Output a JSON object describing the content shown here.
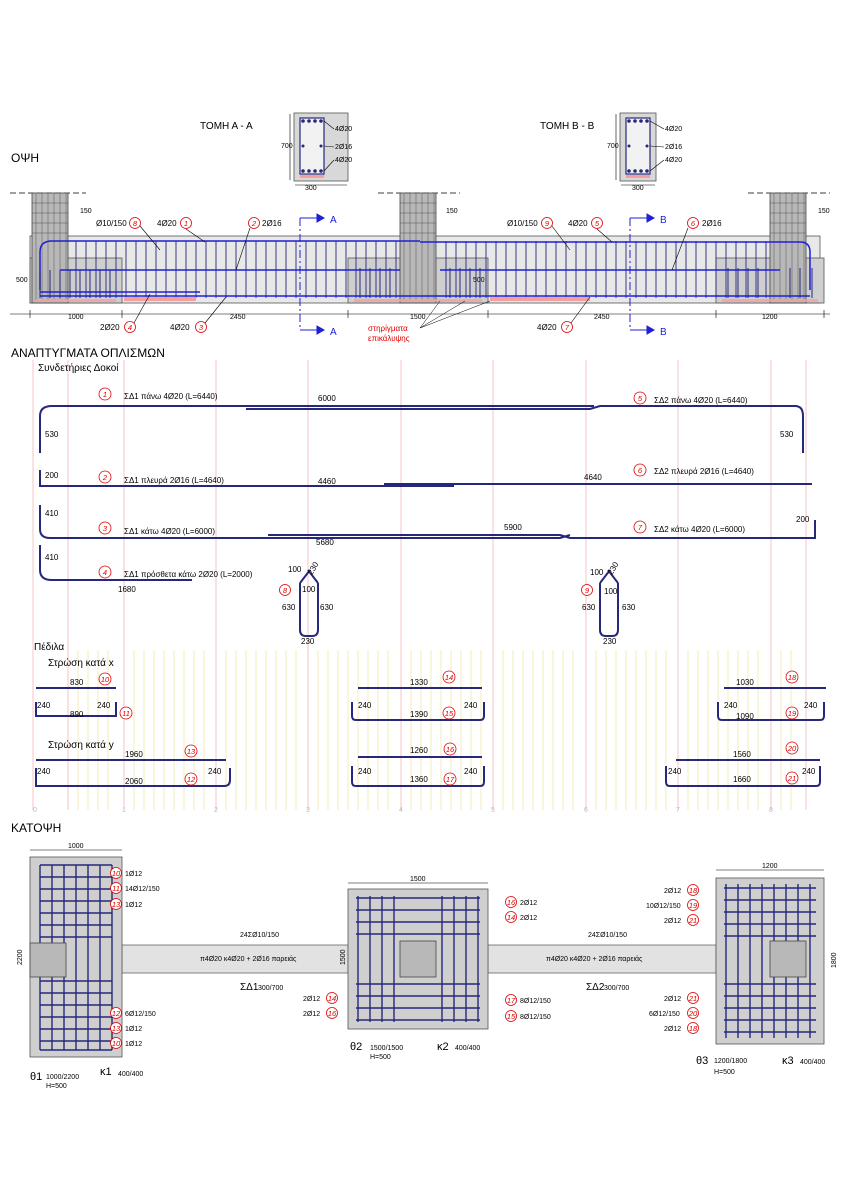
{
  "sections": {
    "opsi": "ΟΨΗ",
    "anaptygmata": "ΑΝΑΠΤΥΓΜΑΤΑ ΟΠΛΙΣΜΩΝ",
    "syndetiries": "Συνδετήριες Δοκοί",
    "pedila": "Πέδιλα",
    "strosi_x": "Στρώση κατά x",
    "strosi_y": "Στρώση κατά y",
    "katopsi": "ΚΑΤΟΨΗ"
  },
  "toms": {
    "aa": {
      "title": "ΤΟΜΗ  Α - Α",
      "h": "700",
      "w": "300",
      "top": "4Ø20",
      "mid": "2Ø16",
      "bot": "4Ø20"
    },
    "bb": {
      "title": "ΤΟΜΗ  Β - Β",
      "h": "700",
      "w": "300",
      "top": "4Ø20",
      "mid": "2Ø16",
      "bot": "4Ø20"
    }
  },
  "elevation": {
    "stirrups1": "Ø10/150",
    "top1": "4Ø20",
    "side1": "2Ø16",
    "stirrups2": "Ø10/150",
    "top2": "4Ø20",
    "side2": "2Ø16",
    "add1": "2Ø20",
    "bot1": "4Ø20",
    "bot2": "4Ø20",
    "dim150a": "150",
    "dim150b": "150",
    "dim150c": "150",
    "dim500a": "500",
    "dim500b": "500",
    "spans": [
      "1000",
      "2450",
      "1500",
      "2450",
      "1200"
    ],
    "cutA": "A",
    "cutB": "B",
    "spacers": "στηρίγματα\nεπικάλυψης",
    "spacers1": "στηρίγματα",
    "spacers2": "επικάλυψης"
  },
  "devel": {
    "r1": "ΣΔ1 πάνω 4Ø20 (L=6440)",
    "r1n": "6000",
    "r1h": "530",
    "r5": "ΣΔ2 πάνω 4Ø20 (L=6440)",
    "r5h": "530",
    "r2": "ΣΔ1 πλευρά 2Ø16 (L=4640)",
    "r2n": "4460",
    "r2h": "200",
    "r6": "ΣΔ2 πλευρά 2Ø16 (L=4640)",
    "r6n": "4640",
    "r3": "ΣΔ1 κάτω 4Ø20 (L=6000)",
    "r3n": "5900",
    "r3h": "410",
    "r3b": "5680",
    "r7": "ΣΔ2 κάτω 4Ø20 (L=6000)",
    "r7h": "200",
    "r4": "ΣΔ1 πρόσθετα κάτω 2Ø20 (L=2000)",
    "r4h": "410",
    "r4n": "1680",
    "st": {
      "a": "100",
      "b": "230",
      "c": "100",
      "d": "630",
      "e": "630",
      "f": "230"
    }
  },
  "footings": {
    "x": [
      {
        "top": "830",
        "l": "240",
        "r": "240",
        "bot": "890",
        "t": "10",
        "b": "11"
      },
      {
        "top": "1330",
        "l": "240",
        "r": "240",
        "bot": "1390",
        "t": "14",
        "b": "15"
      },
      {
        "top": "1030",
        "l": "240",
        "r": "240",
        "bot": "1090",
        "t": "18",
        "b": "19"
      }
    ],
    "y": [
      {
        "top": "1960",
        "l": "240",
        "r": "240",
        "bot": "2060",
        "t": "13",
        "b": "12"
      },
      {
        "top": "1260",
        "l": "240",
        "r": "240",
        "bot": "1360",
        "t": "16",
        "b": "17"
      },
      {
        "top": "1560",
        "l": "240",
        "r": "240",
        "bot": "1660",
        "t": "20",
        "b": "21"
      }
    ]
  },
  "axis": [
    "0",
    "1",
    "2",
    "3",
    "4",
    "5",
    "6",
    "7",
    "8"
  ],
  "plan": {
    "f1": {
      "w": "1000",
      "h": "2200",
      "name": "θ1",
      "dim": "1000/2200",
      "H": "H=500",
      "col": "κ1",
      "coldim": "400/400",
      "labels": [
        [
          "10",
          "1Ø12"
        ],
        [
          "11",
          "14Ø12/150"
        ],
        [
          "13",
          "1Ø12"
        ],
        [
          "12",
          "6Ø12/150"
        ],
        [
          "13",
          "1Ø12"
        ],
        [
          "10",
          "1Ø12"
        ]
      ]
    },
    "f2": {
      "w": "1500",
      "h": "1500",
      "name": "θ2",
      "dim": "1500/1500",
      "H": "H=500",
      "col": "κ2",
      "coldim": "400/400",
      "labels": [
        [
          "16",
          "2Ø12"
        ],
        [
          "14",
          "2Ø12"
        ],
        [
          "14",
          "2Ø12"
        ],
        [
          "16",
          "2Ø12"
        ],
        [
          "17",
          "8Ø12/150"
        ],
        [
          "15",
          "8Ø12/150"
        ]
      ]
    },
    "f3": {
      "w": "1200",
      "h": "1800",
      "name": "θ3",
      "dim": "1200/1800",
      "H": "H=500",
      "col": "κ3",
      "coldim": "400/400",
      "labels": [
        [
          "18",
          "2Ø12"
        ],
        [
          "19",
          "10Ø12/150"
        ],
        [
          "21",
          "2Ø12"
        ],
        [
          "21",
          "2Ø12"
        ],
        [
          "20",
          "6Ø12/150"
        ],
        [
          "18",
          "2Ø12"
        ]
      ]
    },
    "b1": {
      "st": "24ΣØ10/150",
      "reinf": "π4Ø20 κ4Ø20 + 2Ø16 παρειάς",
      "name": "ΣΔ1",
      "dim": "300/700"
    },
    "b2": {
      "st": "24ΣØ10/150",
      "reinf": "π4Ø20 κ4Ø20 + 2Ø16 παρειάς",
      "name": "ΣΔ2",
      "dim": "300/700"
    }
  }
}
